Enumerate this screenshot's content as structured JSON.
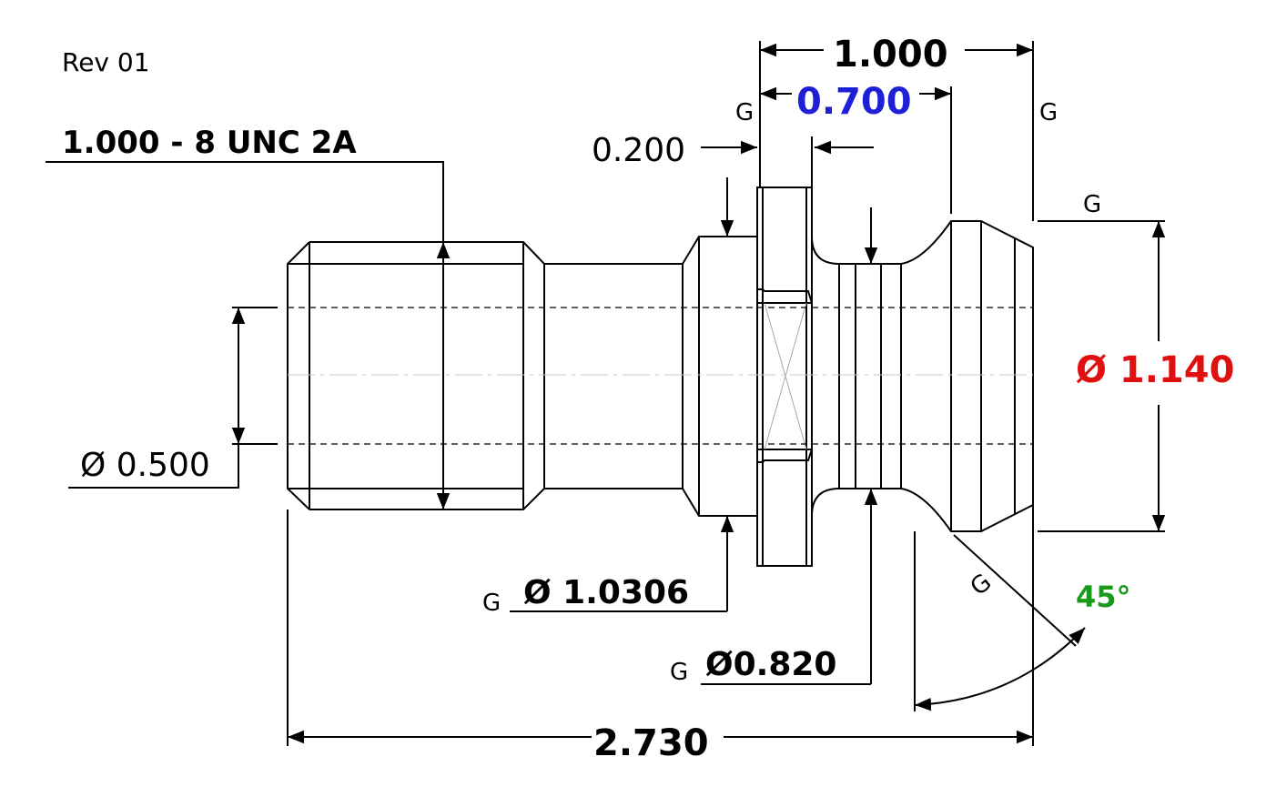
{
  "drawing": {
    "revision": "Rev 01",
    "thread": "1.000 - 8 UNC 2A",
    "colors": {
      "line": "#000000",
      "hidden": "#000000",
      "center": "#b0b0b0",
      "blue": "#1f1fd6",
      "red": "#e01010",
      "green": "#1a9a1a"
    },
    "dimensions": {
      "overall_length": "2.730",
      "flange_to_end": "1.000",
      "groove_to_end": "0.700",
      "flange_width": "0.200",
      "head_diameter": "Ø 1.140",
      "bore_diameter": "Ø 0.500",
      "collar_diameter": "Ø 1.0306",
      "neck_diameter": "Ø0.820",
      "angle": "45°"
    },
    "grind_marks": [
      "G",
      "G",
      "G",
      "G",
      "G",
      "G"
    ]
  }
}
